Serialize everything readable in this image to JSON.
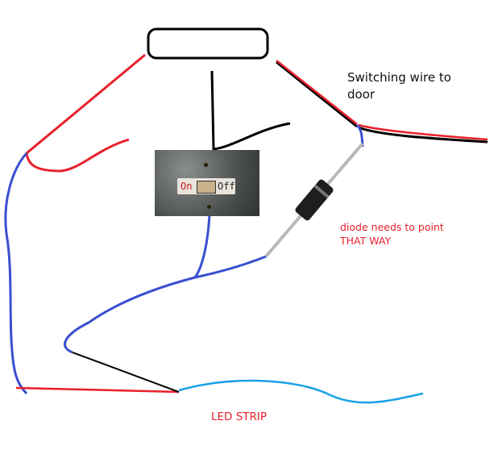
{
  "labels": {
    "switching_wire": "Switching wire to door",
    "diode_note_line1": "diode needs to point",
    "diode_note_line2": "THAT WAY",
    "led_strip": "LED STRIP"
  },
  "switch": {
    "on_label": "On",
    "off_label": "Off"
  },
  "colors": {
    "red_wire": "#e8202a",
    "black_wire": "#000000",
    "blue_wire": "#3a4fd0",
    "led_strip": "#1aa0e6",
    "text_red": "#e8202a"
  }
}
